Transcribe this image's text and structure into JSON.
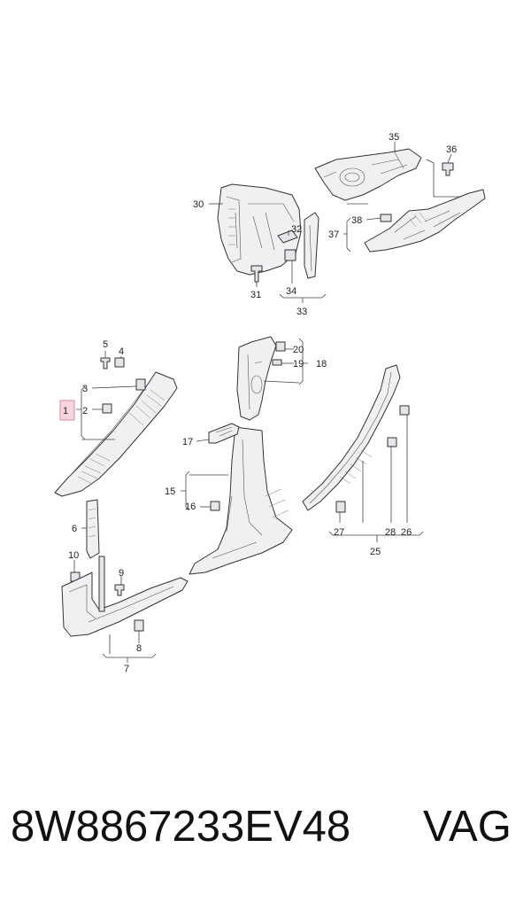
{
  "diagram": {
    "callouts": [
      "1",
      "2",
      "3",
      "4",
      "5",
      "6",
      "7",
      "8",
      "9",
      "10",
      "15",
      "16",
      "17",
      "18",
      "19",
      "20",
      "25",
      "26",
      "27",
      "28",
      "30",
      "31",
      "32",
      "33",
      "34",
      "35",
      "36",
      "37",
      "38"
    ],
    "highlighted_callout": "1",
    "highlight_color": "#f6d5dc"
  },
  "caption": {
    "part_number": "8W8867233EV48",
    "brand": "VAG"
  }
}
